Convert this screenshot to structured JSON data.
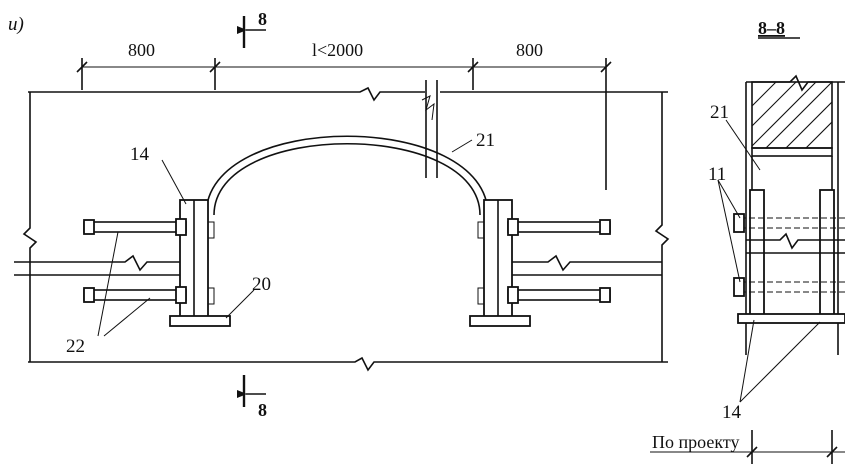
{
  "figure_letter": "и)",
  "section_title": "8–8",
  "cut_mark_top": "8",
  "cut_mark_bottom": "8",
  "dimensions": {
    "left": "800",
    "middle": "l<2000",
    "right": "800"
  },
  "callouts": {
    "c14_top": "14",
    "c21_arch": "21",
    "c20": "20",
    "c22": "22",
    "c21_section": "21",
    "c11": "11",
    "c14_section": "14"
  },
  "bottom_note": "По проекту"
}
